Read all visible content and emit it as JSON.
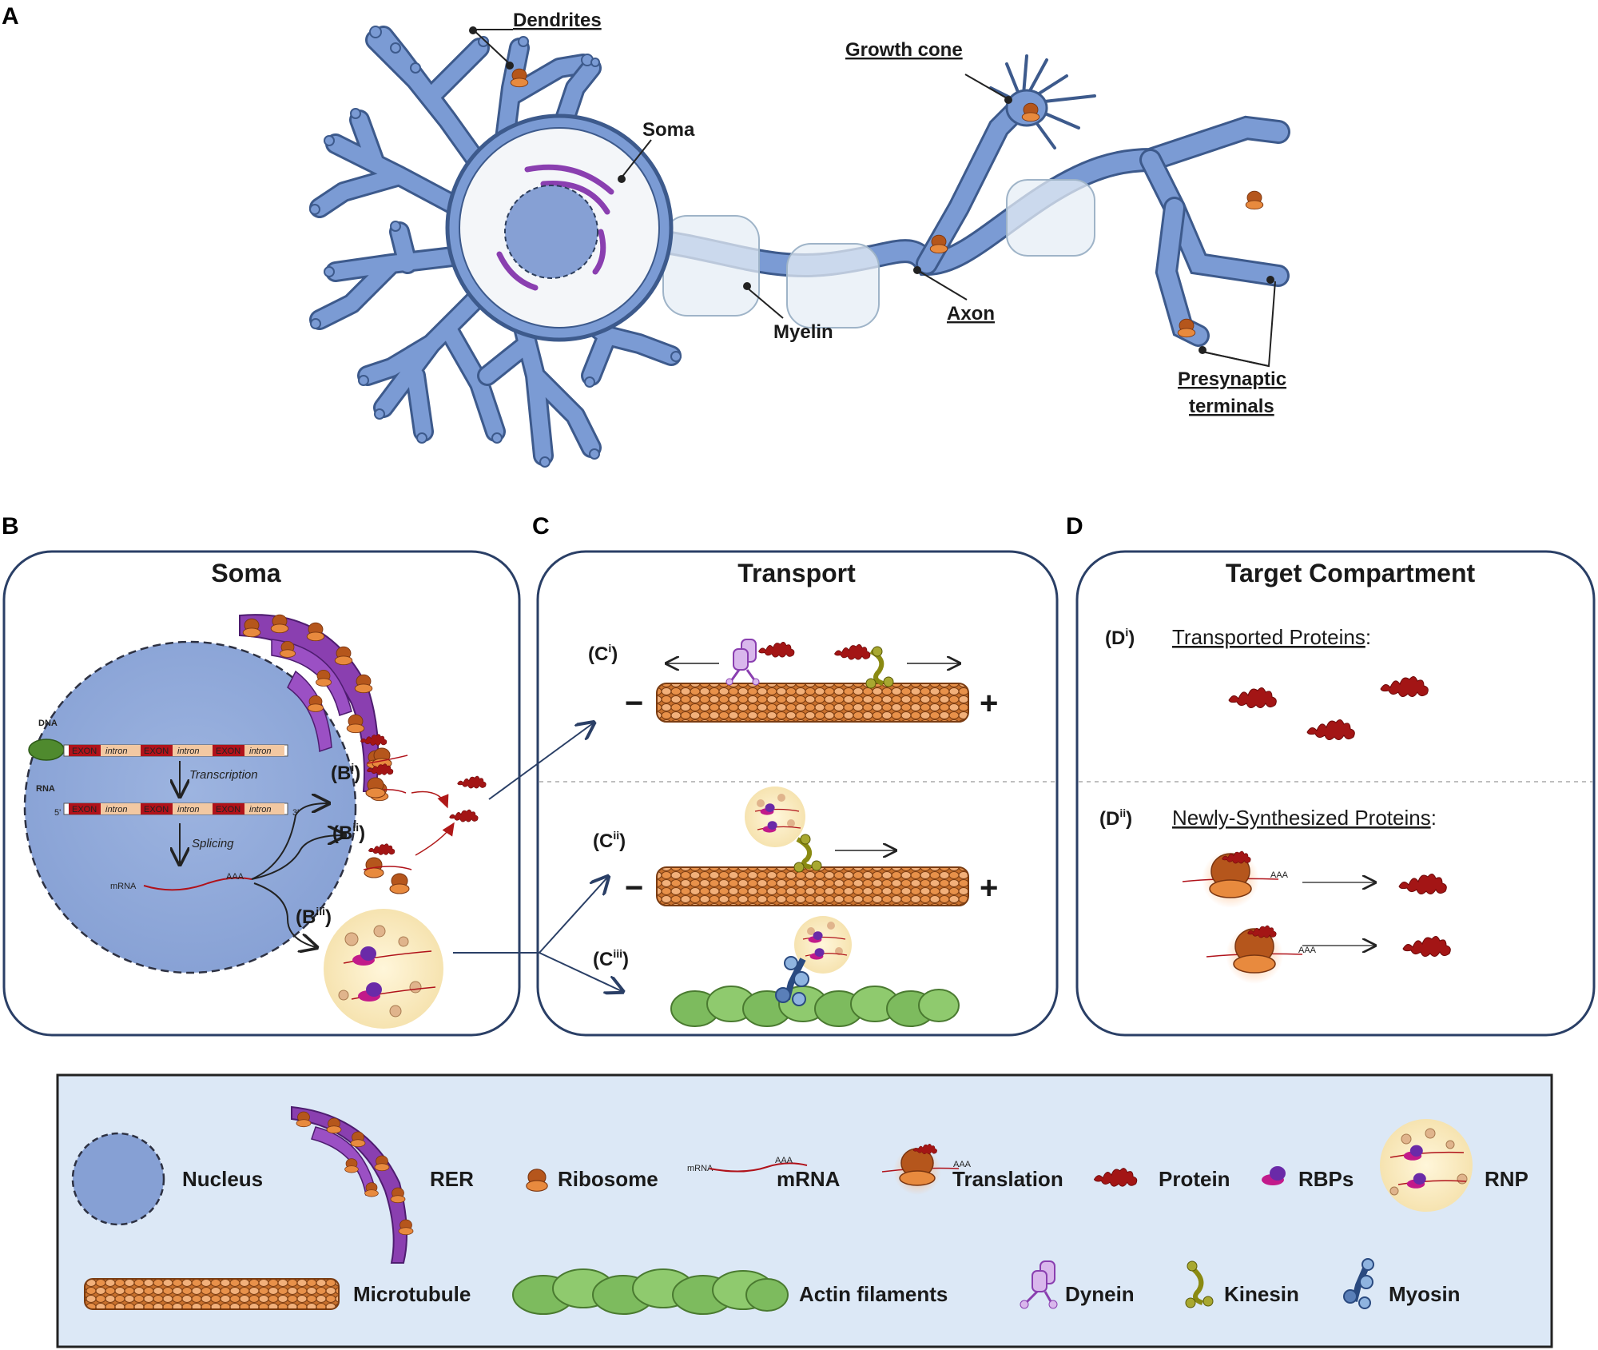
{
  "panels": {
    "a_letter": "A",
    "b_letter": "B",
    "c_letter": "C",
    "d_letter": "D"
  },
  "neuron": {
    "dendrites": "Dendrites",
    "soma": "Soma",
    "growth_cone": "Growth cone",
    "axon": "Axon",
    "myelin": "Myelin",
    "presynaptic_1": "Presynaptic",
    "presynaptic_2": "terminals"
  },
  "soma_panel": {
    "title": "Soma",
    "dna": "DNA",
    "rna": "RNA",
    "transcription": "Transcription",
    "splicing": "Splicing",
    "mrna": "mRNA",
    "aaa": "AAA",
    "exon": "EXON",
    "intron": "intron",
    "five_prime": "5'",
    "three_prime": "3'",
    "bi": "(B",
    "bi_sup": "i",
    "bii_sup": "ii",
    "biii_sup": "iii",
    "close": ")"
  },
  "transport_panel": {
    "title": "Transport",
    "ci": "(C",
    "ci_sup": "i",
    "cii_sup": "ii",
    "ciii_sup": "iii",
    "close": ")",
    "minus": "−",
    "plus": "+"
  },
  "target_panel": {
    "title": "Target Compartment",
    "di": "(D",
    "di_sup": "i",
    "dii_sup": "ii",
    "close": ")",
    "transported": "Transported  Proteins",
    "newly": "Newly-Synthesized  Proteins",
    "colon": ":"
  },
  "legend": {
    "nucleus": "Nucleus",
    "rer": "RER",
    "ribosome": "Ribosome",
    "mrna": "mRNA",
    "mrna_small": "mRNA",
    "translation": "Translation",
    "protein": "Protein",
    "rbps": "RBPs",
    "rnp": "RNP",
    "microtubule": "Microtubule",
    "actin": "Actin filaments",
    "dynein": "Dynein",
    "kinesin": "Kinesin",
    "myosin": "Myosin"
  },
  "colors": {
    "neuron_blue": "#7b9bd4",
    "neuron_stroke": "#3d5a8c",
    "rer_purple": "#8a3fb0",
    "ribosome_orange": "#c46a2c",
    "protein_red": "#a31515",
    "actin_green": "#7dbb5e",
    "legend_bg": "#dce8f6"
  }
}
